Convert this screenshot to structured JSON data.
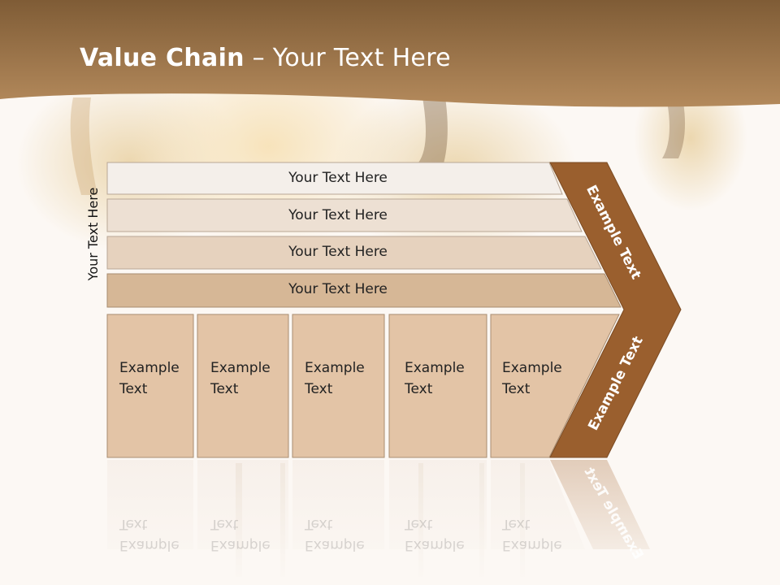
{
  "slide": {
    "title_bold": "Value Chain",
    "title_rest": " – Your Text Here",
    "vertical_label": "Your Text Here",
    "rows": [
      {
        "label": "Your Text Here"
      },
      {
        "label": "Your Text Here"
      },
      {
        "label": "Your Text Here"
      },
      {
        "label": "Your Text Here"
      }
    ],
    "boxes": [
      {
        "line1": "Example",
        "line2": "Text"
      },
      {
        "line1": "Example",
        "line2": "Text"
      },
      {
        "line1": "Example",
        "line2": "Text"
      },
      {
        "line1": "Example",
        "line2": "Text"
      },
      {
        "line1": "Example",
        "line2": "Text"
      }
    ],
    "chevron_top": "Example Text",
    "chevron_bottom": "Example Text"
  },
  "colors": {
    "header": "#a07a4c",
    "chevron": "#9a5f2e",
    "row1": "#f4efea",
    "row2": "#ede0d3",
    "row3": "#e6d2be",
    "row4": "#d6b796",
    "box": "#e3c4a6"
  }
}
